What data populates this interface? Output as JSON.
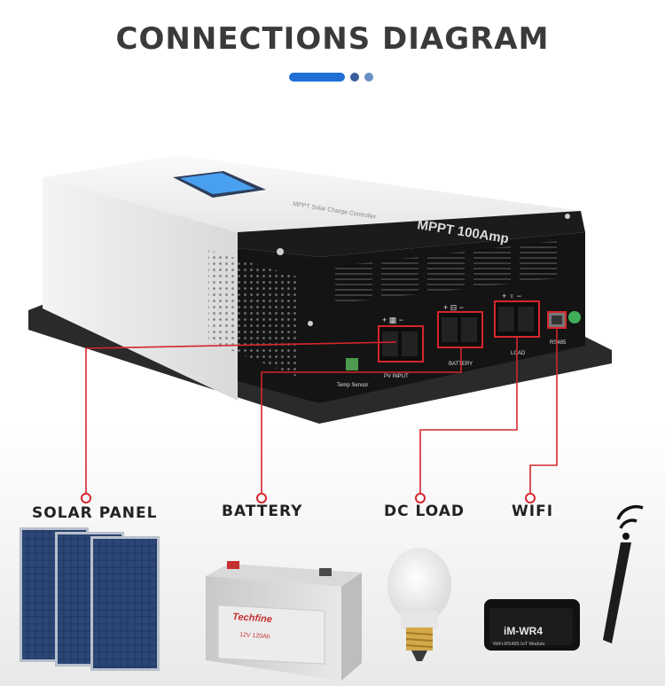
{
  "title": "CONNECTIONS DIAGRAM",
  "device": {
    "brand_text": "MPPT 100Amp",
    "subtitle_text": "MPPT Solar Charge Controller",
    "ports": {
      "temp_sensor": "Temp Sensor",
      "pv_input": "PV INPUT",
      "battery": "BATTERY",
      "load": "LOAD",
      "rs485": "RS485"
    }
  },
  "components": [
    {
      "label": "SOLAR PANEL"
    },
    {
      "label": "BATTERY",
      "brand": "Techfine",
      "model": "12V 120Ah"
    },
    {
      "label": "DC LOAD"
    },
    {
      "label": "WIFI",
      "module_text": "iM-WR4",
      "module_sub": "WiFi-RS485  IoT Module"
    }
  ],
  "colors": {
    "connector": "#d6262c",
    "accent": "#1f6fd6",
    "title": "#3a3a3a"
  }
}
